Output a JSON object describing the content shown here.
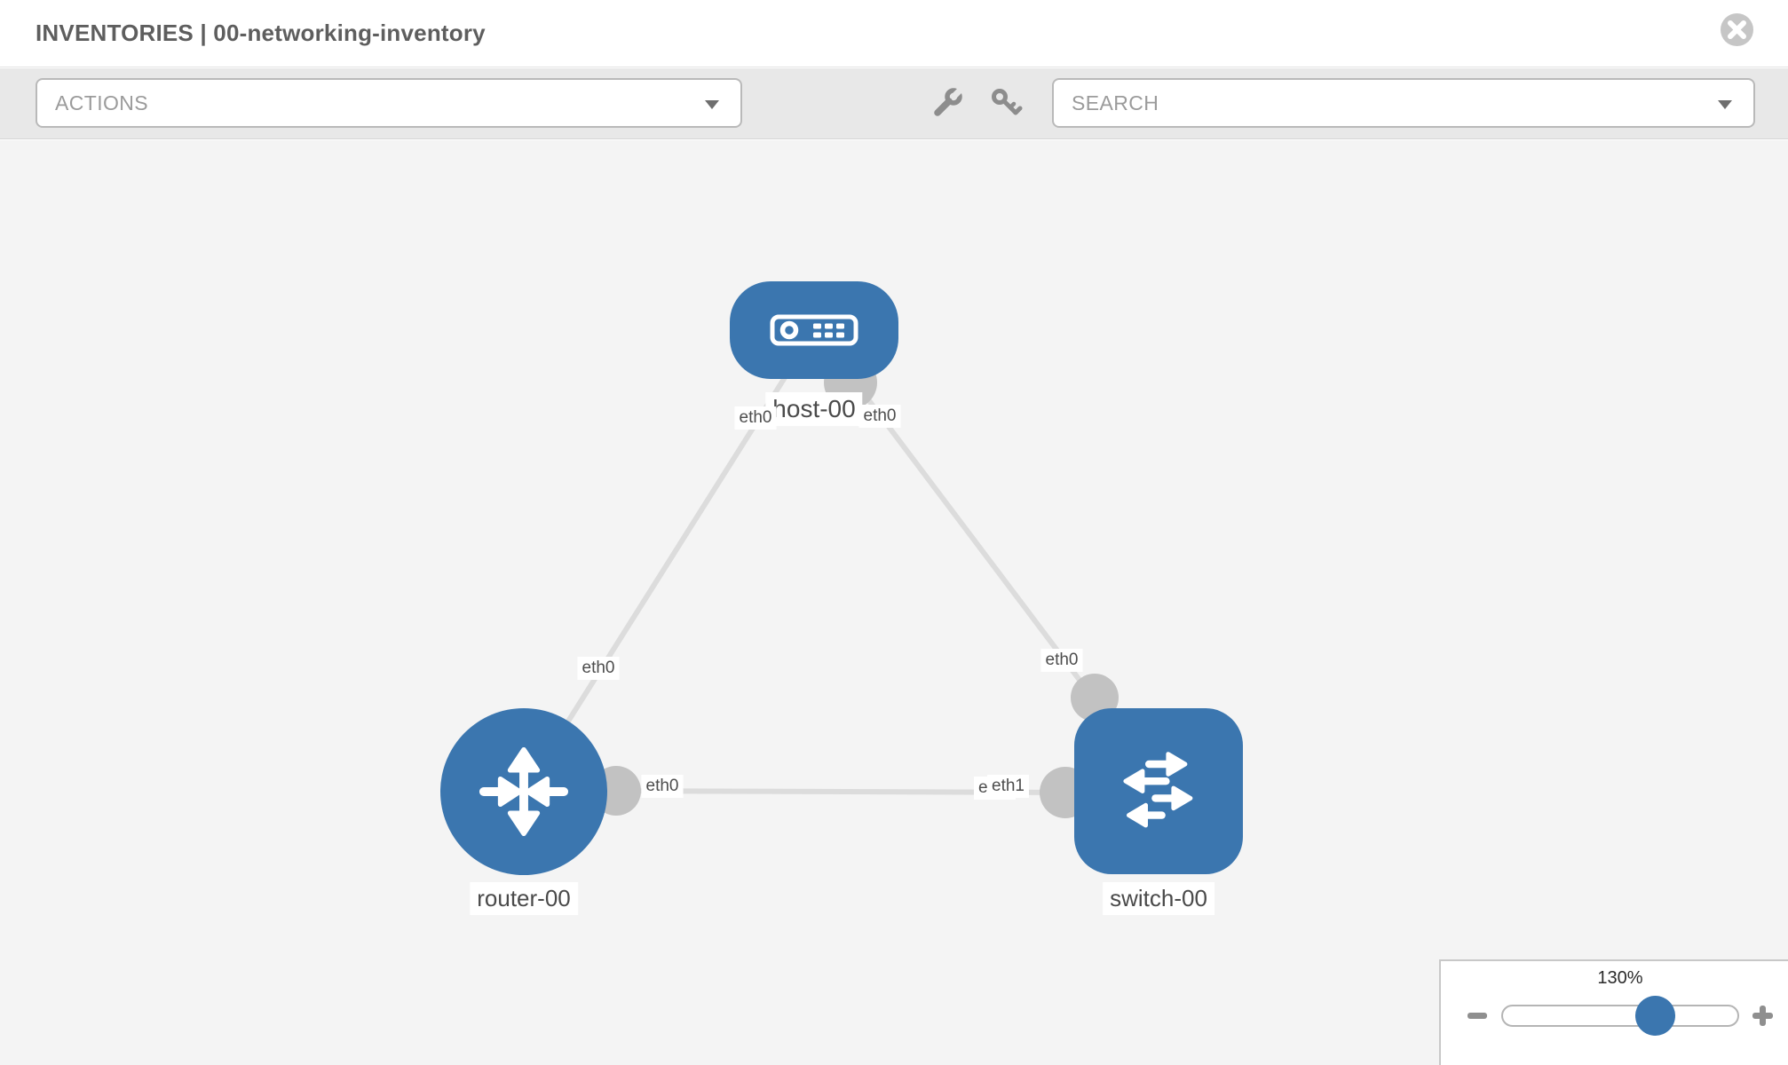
{
  "header": {
    "title": "INVENTORIES | 00-networking-inventory"
  },
  "toolbar": {
    "actions_label": "ACTIONS",
    "search_label": "SEARCH"
  },
  "topology": {
    "nodes": [
      {
        "id": "host-00",
        "label": "host-00",
        "type": "host"
      },
      {
        "id": "router-00",
        "label": "router-00",
        "type": "router"
      },
      {
        "id": "switch-00",
        "label": "switch-00",
        "type": "switch"
      }
    ],
    "links": [
      {
        "from": "host-00",
        "from_if": "eth0",
        "to": "router-00",
        "to_if": "eth0"
      },
      {
        "from": "host-00",
        "from_if": "eth0",
        "to": "switch-00",
        "to_if": "eth0"
      },
      {
        "from": "router-00",
        "from_if": "eth0",
        "to": "switch-00",
        "to_if": "eth1",
        "to_if_overlapped": "eth0"
      }
    ]
  },
  "zoom_control": {
    "level": "130%"
  },
  "icons": {
    "close": "circle-x",
    "wrench": "wrench",
    "key": "key",
    "actions_caret": "triangle-down",
    "search_caret": "triangle-down",
    "zoom_out": "minus",
    "zoom_in": "plus"
  },
  "colors": {
    "node_blue": "#3b76af",
    "link_gray": "#dcdcdc",
    "endpoint_gray": "#c2c2c2",
    "toolbar_bg": "#e8e8e8",
    "canvas_bg": "#f4f4f4"
  }
}
